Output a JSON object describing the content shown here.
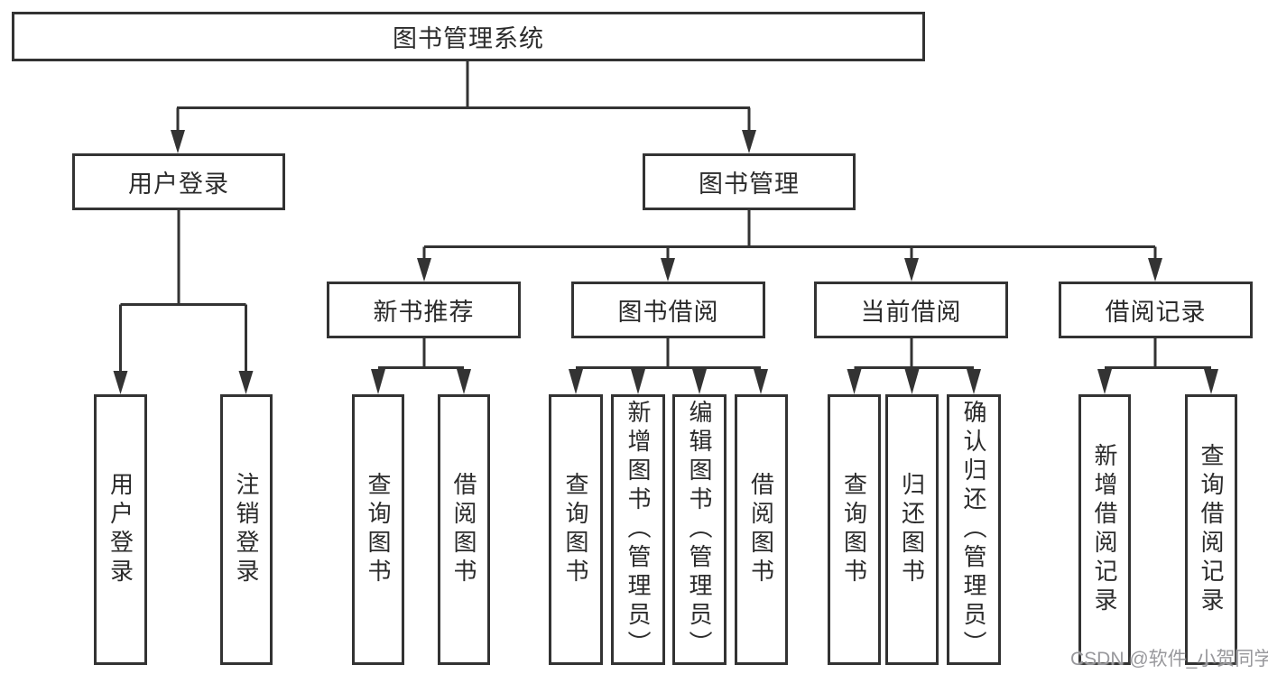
{
  "tree": {
    "root": "图书管理系统",
    "branches": [
      {
        "label": "用户登录",
        "leaves": [
          "用户登录",
          "注销登录"
        ]
      },
      {
        "label": "图书管理",
        "groups": [
          {
            "label": "新书推荐",
            "leaves": [
              "查询图书",
              "借阅图书"
            ]
          },
          {
            "label": "图书借阅",
            "leaves": [
              "查询图书",
              "新增图书（管理员）",
              "编辑图书（管理员）",
              "借阅图书"
            ]
          },
          {
            "label": "当前借阅",
            "leaves": [
              "查询图书",
              "归还图书",
              "确认归还（管理员）"
            ]
          },
          {
            "label": "借阅记录",
            "leaves": [
              "新增借阅记录",
              "查询借阅记录"
            ]
          }
        ]
      }
    ]
  },
  "watermark": "CSDN @软件_小贺同学",
  "colors": {
    "line": "#333333",
    "text": "#2b2b2b",
    "watermark_text": "#98989c",
    "background": "#ffffff"
  }
}
